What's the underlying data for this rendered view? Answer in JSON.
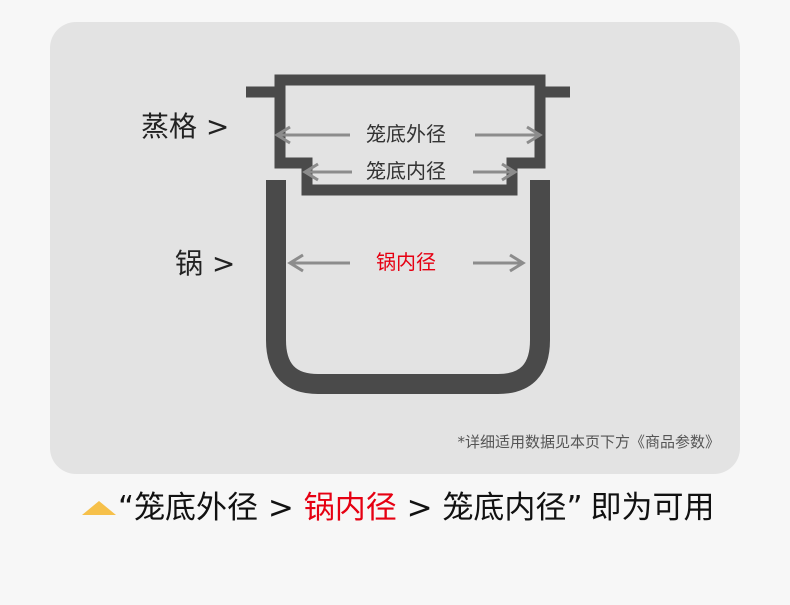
{
  "labels": {
    "steamer": "蒸格 >",
    "pot": "锅 >",
    "steamer_outer": "笼底外径",
    "steamer_inner": "笼底内径",
    "pot_inner": "锅内径"
  },
  "note": "*详细适用数据见本页下方《商品参数》",
  "footer": {
    "open_quote": "“",
    "part1": "笼底外径",
    "gt1": " > ",
    "part2": "锅内径",
    "gt2": " > ",
    "part3": "笼底内径",
    "close_quote": "”",
    "suffix": "即为可用"
  },
  "colors": {
    "panel": "#e3e3e3",
    "shape": "#4a4a4a",
    "arrow": "#8c8c8c",
    "highlight": "#e60012",
    "triangle": "#f6c04a"
  }
}
